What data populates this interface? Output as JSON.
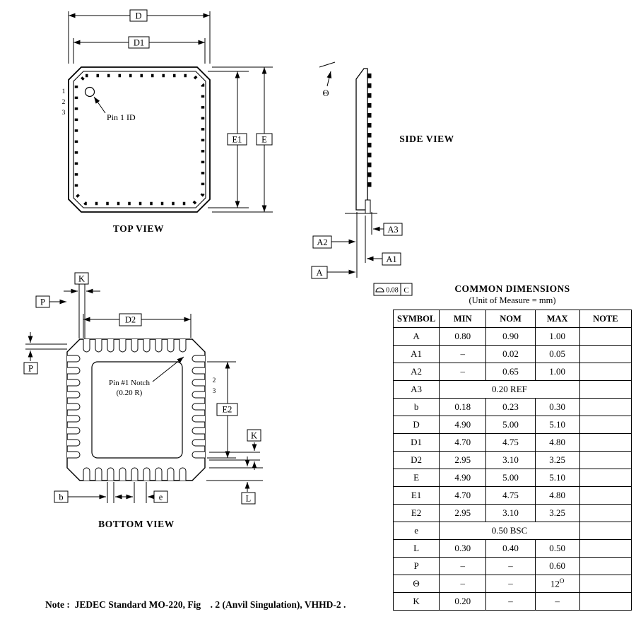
{
  "top_view": {
    "caption": "TOP VIEW",
    "pin1_label": "Pin 1 ID",
    "pins": [
      "1",
      "2",
      "3"
    ],
    "dims": {
      "D": "D",
      "D1": "D1",
      "E1": "E1",
      "E": "E"
    }
  },
  "side_view": {
    "caption": "SIDE VIEW",
    "theta": "Θ",
    "dims": {
      "A3": "A3",
      "A2": "A2",
      "A1": "A1",
      "A": "A"
    },
    "datum": {
      "value": "0.08",
      "ref": "C"
    }
  },
  "bottom_view": {
    "caption": "BOTTOM VIEW",
    "notch_label_1": "Pin #1 Notch",
    "notch_label_2": "(0.20 R)",
    "pins": [
      "2",
      "3"
    ],
    "dims": {
      "D2": "D2",
      "E2": "E2",
      "K_top": "K",
      "K_right": "K",
      "P_top": "P",
      "P_left": "P",
      "b": "b",
      "e": "e",
      "L": "L"
    }
  },
  "table": {
    "title": "COMMON DIMENSIONS",
    "subtitle": "(Unit of Measure = mm)",
    "headers": [
      "SYMBOL",
      "MIN",
      "NOM",
      "MAX",
      "NOTE"
    ],
    "rows": [
      {
        "symbol": "A",
        "min": "0.80",
        "nom": "0.90",
        "max": "1.00"
      },
      {
        "symbol": "A1",
        "min": "–",
        "nom": "0.02",
        "max": "0.05"
      },
      {
        "symbol": "A2",
        "min": "–",
        "nom": "0.65",
        "max": "1.00"
      },
      {
        "symbol": "A3",
        "span": "0.20 REF"
      },
      {
        "symbol": "b",
        "min": "0.18",
        "nom": "0.23",
        "max": "0.30"
      },
      {
        "symbol": "D",
        "min": "4.90",
        "nom": "5.00",
        "max": "5.10"
      },
      {
        "symbol": "D1",
        "min": "4.70",
        "nom": "4.75",
        "max": "4.80"
      },
      {
        "symbol": "D2",
        "min": "2.95",
        "nom": "3.10",
        "max": "3.25"
      },
      {
        "symbol": "E",
        "min": "4.90",
        "nom": "5.00",
        "max": "5.10"
      },
      {
        "symbol": "E1",
        "min": "4.70",
        "nom": "4.75",
        "max": "4.80"
      },
      {
        "symbol": "E2",
        "min": "2.95",
        "nom": "3.10",
        "max": "3.25"
      },
      {
        "symbol": "e",
        "span": "0.50 BSC"
      },
      {
        "symbol": "L",
        "min": "0.30",
        "nom": "0.40",
        "max": "0.50"
      },
      {
        "symbol": "P",
        "min": "–",
        "nom": "–",
        "max": "0.60"
      },
      {
        "symbol": "Θ",
        "min": "–",
        "nom": "–",
        "max": "12",
        "max_sup": "O"
      },
      {
        "symbol": "K",
        "min": "0.20",
        "nom": "–",
        "max": "–"
      }
    ]
  },
  "note": "Note :  JEDEC Standard MO-220, Fig    . 2 (Anvil Singulation), VHHD-2 ."
}
